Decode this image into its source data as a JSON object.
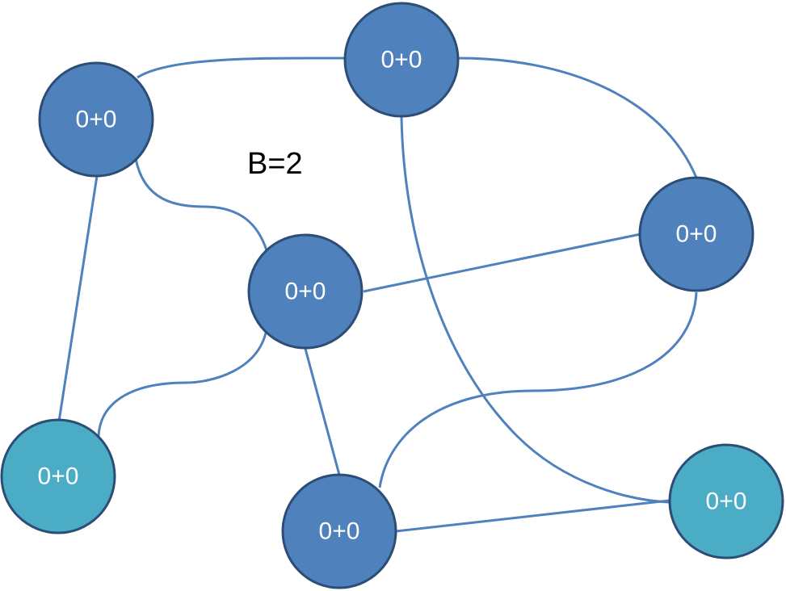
{
  "diagram": {
    "label": "B=2",
    "colors": {
      "edge": "#4f81bd",
      "node_dark": "#4f81bd",
      "node_light": "#4bacc6",
      "node_outline_dark": "#2c4d75",
      "node_outline_light": "#2f7a8e",
      "node_text": "#ffffff"
    },
    "nodes": [
      {
        "id": "top-left",
        "label": "0+0",
        "style": "dark"
      },
      {
        "id": "top",
        "label": "0+0",
        "style": "dark"
      },
      {
        "id": "right",
        "label": "0+0",
        "style": "dark"
      },
      {
        "id": "center",
        "label": "0+0",
        "style": "dark"
      },
      {
        "id": "bottom-left",
        "label": "0+0",
        "style": "light"
      },
      {
        "id": "bottom",
        "label": "0+0",
        "style": "dark"
      },
      {
        "id": "bottom-right",
        "label": "0+0",
        "style": "light"
      }
    ],
    "edges": [
      {
        "from": "top-left",
        "to": "top"
      },
      {
        "from": "top",
        "to": "right"
      },
      {
        "from": "top-left",
        "to": "center"
      },
      {
        "from": "top-left",
        "to": "bottom-left"
      },
      {
        "from": "center",
        "to": "right"
      },
      {
        "from": "center",
        "to": "bottom-left"
      },
      {
        "from": "center",
        "to": "bottom"
      },
      {
        "from": "right",
        "to": "bottom"
      },
      {
        "from": "top",
        "to": "bottom-right"
      },
      {
        "from": "bottom",
        "to": "bottom-right"
      }
    ]
  }
}
